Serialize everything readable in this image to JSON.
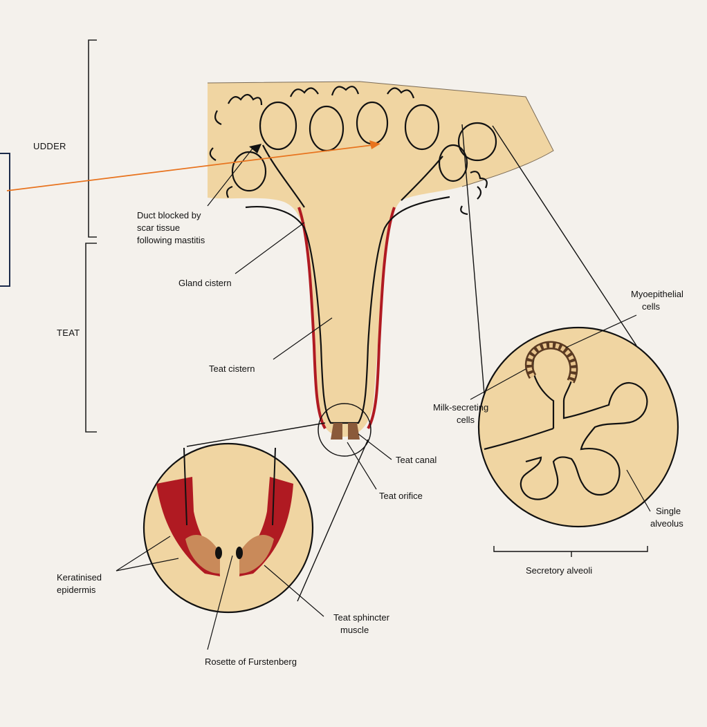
{
  "colors": {
    "tissue": "#f0d5a2",
    "tissue_stroke": "#111111",
    "epidermis": "#b01a22",
    "muscle": "#c98a5a",
    "annotation_arrow": "#e8731e",
    "background": "#f4f1ec"
  },
  "icons": {
    "arrow": "orange-arrow-icon"
  },
  "sections": {
    "udder": "UDDER",
    "teat": "TEAT"
  },
  "labels": {
    "duct_blocked": [
      "Duct blocked by",
      "scar tissue",
      "following mastitis"
    ],
    "gland_cistern": "Gland cistern",
    "teat_cistern": "Teat cistern",
    "teat_canal": "Teat canal",
    "teat_orifice": "Teat orifice",
    "myoepithelial": [
      "Myoepithelial",
      "cells"
    ],
    "milk_secreting": [
      "Milk-secreting",
      "cells"
    ],
    "single_alveolus": [
      "Single",
      "alveolus"
    ],
    "secretory_alveoli": "Secretory alveoli",
    "keratinised": [
      "Keratinised",
      "epidermis"
    ],
    "sphincter": [
      "Teat sphincter",
      "muscle"
    ],
    "rosette": "Rosette of Furstenberg"
  }
}
